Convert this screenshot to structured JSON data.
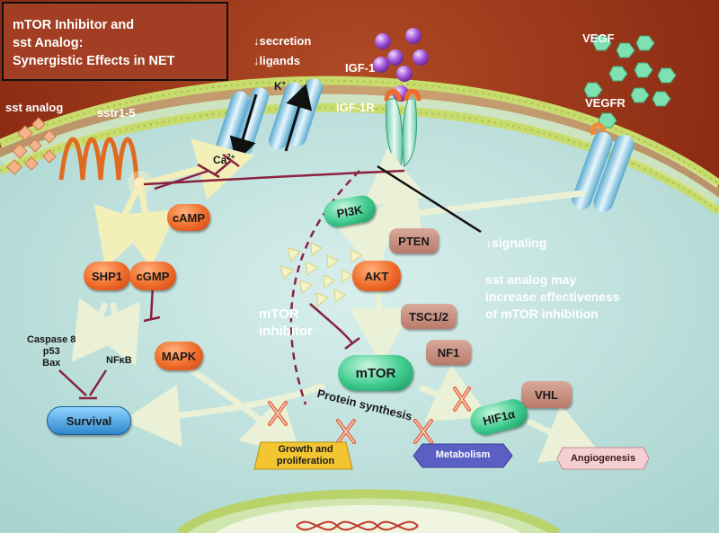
{
  "title": "mTOR Inhibitor and\nsst Analog:\nSynergistic Effects in NET",
  "labels": {
    "sst_analog": "sst analog",
    "sstr": "sstr1-5",
    "secretion": "secretion",
    "ligands": "ligands",
    "k_plus": "K",
    "k_sup": "+",
    "ca": "Ca",
    "ca_sup": "2+",
    "igf1": "IGF-1",
    "igf1r": "IGF-1R",
    "vegf": "VEGF",
    "vegfr": "VEGFR",
    "signaling": "signaling",
    "sst_note": "sst analog may\nincrease effectiveness\nof mTOR inhibition",
    "mtor_inhibitor": "mTOR\ninhibitor",
    "protein_synthesis": "Protein synthesis",
    "caspase": "Caspase 8\np53\nBax",
    "nfkb": "NFκB",
    "down_arrow": "↓"
  },
  "nodes": {
    "camp": "cAMP",
    "shp1": "SHP1",
    "cgmp": "cGMP",
    "mapk": "MAPK",
    "pi3k": "PI3K",
    "pten": "PTEN",
    "akt": "AKT",
    "tsc": "TSC1/2",
    "nf1": "NF1",
    "mtor": "mTOR",
    "vhl": "VHL",
    "hif": "HIF1α",
    "survival": "Survival",
    "growth": "Growth and\nproliferation",
    "metabolism": "Metabolism",
    "angiogenesis": "Angiogenesis"
  },
  "colors": {
    "background_outer": "#8a2a12",
    "cytoplasm": "#c3e4e0",
    "membrane": "#c8dc6e",
    "orange_node": "#ef6b2a",
    "green_node": "#3fcb8e",
    "mauve_node": "#c08f80",
    "block_x": "#e0502a",
    "inhibit_line": "#8a2240"
  }
}
